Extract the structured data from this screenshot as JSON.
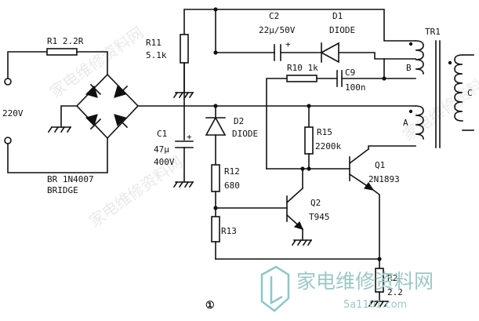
{
  "figure_number": "①",
  "watermark": {
    "brand_text": "家电维修资料网",
    "url_text": "5a1101.com",
    "bg_text": "家电维修资料网"
  },
  "components": {
    "r1": "R1 2.2R",
    "ac_input": "220V",
    "bridge_part": "BR 1N4007",
    "bridge_label": "BRIDGE",
    "r11_name": "R11",
    "r11_value": "5.1k",
    "c2": "C2",
    "c2_value": "22μ/50V",
    "d1": "D1",
    "d1_type": "DIODE",
    "tr1": "TR1",
    "winding_b": "B",
    "winding_c": "C",
    "winding_a": "A",
    "r10": "R10 1k",
    "c9": "C9",
    "c9_value": "100n",
    "c1": "C1",
    "c1_value1": "47μ",
    "c1_value2": "400V",
    "d2": "D2",
    "d2_type": "DIODE",
    "r15": "R15",
    "r15_value": "2200k",
    "q1": "Q1",
    "q1_part": "2N1893",
    "r12": "R12",
    "r12_value": "680",
    "q2": "Q2",
    "q2_part": "T945",
    "r13": "R13",
    "r2": "R2",
    "r2_value": "2.2"
  }
}
